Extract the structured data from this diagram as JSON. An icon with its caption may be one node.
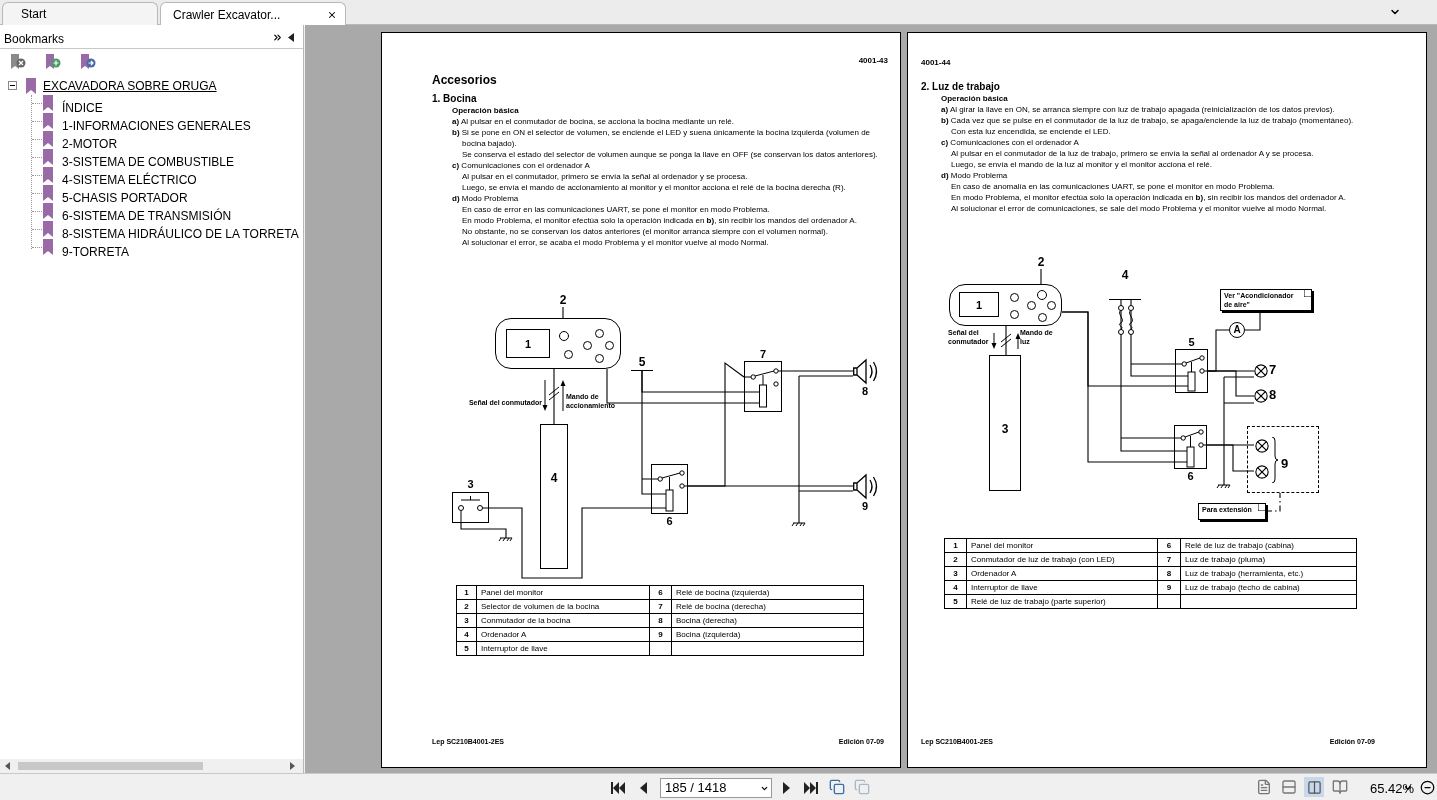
{
  "diagram": {
    "nodes": [
      {
        "text": [
          "2"
        ]
      },
      {
        "text": [],
        "shape": "box"
      },
      {
        "text": [
          "1"
        ],
        "in": 1
      },
      {
        "text": [],
        "shape": "circle",
        "in": 1
      },
      {
        "text": [
          "5"
        ]
      },
      {
        "text": [
          "7"
        ]
      },
      {
        "text": [
          "8"
        ]
      },
      {
        "text": [
          "4"
        ]
      },
      {
        "text": [
          "3"
        ]
      },
      {
        "text": [
          "6"
        ]
      },
      {
        "text": [
          "9"
        ]
      },
      {
        "text": [
          "2"
        ]
      },
      {
        "text": [],
        "shape": "box"
      },
      {
        "text": [
          "1"
        ],
        "in": 12
      },
      {
        "text": [],
        "shape": "circle",
        "in": 12
      },
      {
        "text": [
          "4"
        ]
      },
      {
        "text": [
          "Ver \"Acondicionador de aire\""
        ]
      },
      {
        "text": [
          "5"
        ]
      },
      {
        "text": [
          "A"
        ]
      },
      {
        "text": [],
        "shape": "circle",
        "beside": [
          "7"
        ]
      },
      {
        "text": [],
        "shape": "circle",
        "beside": [
          "8"
        ]
      },
      {
        "text": [
          "3"
        ]
      },
      {
        "text": [
          "6"
        ]
      },
      {
        "text": [
          "9"
        ]
      },
      {
        "text": [],
        "shape": "circle",
        "in": 23
      },
      {
        "text": [],
        "shape": "circle",
        "in": 23
      },
      {
        "text": [
          "Para extensión"
        ]
      }
    ],
    "edges": [
      {
        "from": 0,
        "to": 3,
        "arrow": "none"
      },
      {
        "from": 1,
        "to": 7,
        "arrow": "none"
      },
      {
        "from": 1,
        "to": 5,
        "arrow": "none"
      },
      {
        "from": 4,
        "to": 5,
        "arrow": "none"
      },
      {
        "from": 4,
        "to": 9,
        "arrow": "none"
      },
      {
        "from": 8,
        "to": 9,
        "arrow": "none"
      },
      {
        "from": 9,
        "to": 5,
        "arrow": "none"
      },
      {
        "from": 5,
        "to": 6,
        "arrow": "none"
      },
      {
        "from": 9,
        "to": 10,
        "arrow": "none"
      },
      {
        "from": 11,
        "to": 14,
        "arrow": "none"
      },
      {
        "from": 12,
        "to": 21,
        "arrow": "none"
      },
      {
        "from": 12,
        "to": 17,
        "arrow": "none"
      },
      {
        "from": 12,
        "to": 22,
        "arrow": "none"
      },
      {
        "from": 15,
        "to": 17,
        "arrow": "none"
      },
      {
        "from": 15,
        "to": 22,
        "arrow": "none"
      },
      {
        "from": 17,
        "to": 18,
        "arrow": "none"
      },
      {
        "from": 17,
        "to": 19,
        "arrow": "none"
      },
      {
        "from": 17,
        "to": 20,
        "arrow": "none"
      },
      {
        "from": 22,
        "to": 24,
        "arrow": "none"
      },
      {
        "from": 22,
        "to": 25,
        "arrow": "none"
      },
      {
        "from": 16,
        "to": 18,
        "arrow": "none"
      },
      {
        "from": 26,
        "to": 23,
        "arrow": "none",
        "style": "dashed"
      }
    ],
    "labels": [
      "Start",
      "Crawler Excavator...",
      "Bookmarks",
      "EXCAVADORA SOBRE ORUGA",
      "ÍNDICE",
      "1-INFORMACIONES GENERALES",
      "2-MOTOR",
      "3-SISTEMA DE COMBUSTIBLE",
      "4-SISTEMA ELÉCTRICO",
      "5-CHASIS PORTADOR",
      "6-SISTEMA DE TRANSMISIÓN",
      "8-SISTEMA HIDRÁULICO DE LA TORRETA",
      "9-TORRETA",
      "4001-43",
      "Accesorios",
      "1. Bocina",
      "Operación básica",
      "**a)** Al pulsar en el conmutador de bocina, se acciona la bocina mediante un relé.",
      "**b)** Si se pone en ON el selector de volumen, se enciende el LED y suena únicamente la bocina izquierda (volumen de bocina bajado).",
      "Se conserva el estado del selector de volumen aunque se ponga la llave en OFF (se conservan los datos anteriores).",
      "**c)** Comunicaciones con el ordenador A",
      "Al pulsar en el conmutador, primero se envía la señal al ordenador y se procesa.",
      "Luego, se envía el mando de accionamiento al monitor y el monitor acciona el relé de la bocina derecha (R).",
      "**d)** Modo Problema",
      "En caso de error en las comunicaciones UART, se pone el monitor en modo Problema.",
      "En modo Problema, el monitor efectúa solo la operación indicada en **b)**, sin recibir los mandos del ordenador A.",
      "No obstante, no se conservan los datos anteriores (el monitor arranca siempre con el volumen normal).",
      "Al solucionar el error, se acaba el modo Problema y el monitor vuelve al modo Normal.",
      "Señal del conmutador",
      "Mando de accionamiento",
      "1",
      "Panel del monitor",
      "6",
      "Relé de bocina (izquierda)",
      "2",
      "Selector de volumen de la bocina",
      "7",
      "Relé de bocina (derecha)",
      "3",
      "Conmutador de la bocina",
      "8",
      "Bocina (derecha)",
      "4",
      "Ordenador A",
      "9",
      "Bocina (izquierda)",
      "5",
      "Interruptor de llave",
      "Lep SC210B4001-2ES",
      "Edición 07-09",
      "4001-44",
      "2. Luz de trabajo",
      "Operación básica",
      "**a)** Al girar la llave en ON, se arranca siempre con luz de trabajo apagada (reinicialización de los datos previos).",
      "**b)** Cada vez que se pulse en el conmutador de la luz de trabajo, se apaga/enciende la luz de trabajo (momentáneo).",
      "Con esta luz encendida, se enciende el LED.",
      "**c)** Comunicaciones con el ordenador A",
      "Al pulsar en el conmutador de la luz de trabajo, primero se envía la señal al ordenador A y se procesa.",
      "Luego, se envía el mando de la luz al monitor y el monitor acciona el relé.",
      "**d)** Modo Problema",
      "En caso de anomalía en las comunicaciones UART, se pone el monitor en modo Problema.",
      "En modo Problema, el monitor efectúa solo la operación indicada en **b)**, sin recibir los mandos del ordenador A.",
      "Al solucionar el error de comunicaciones, se sale del modo Problema y el monitor vuelve al modo Normal.",
      "Señal del conmutador",
      "Mando de luz",
      "1",
      "Panel del monitor",
      "6",
      "Relé de luz de trabajo (cabina)",
      "2",
      "Conmutador de luz de trabajo (con LED)",
      "7",
      "Luz de trabajo (pluma)",
      "3",
      "Ordenador A",
      "8",
      "Luz de trabajo (herramienta, etc.)",
      "4",
      "Interruptor de llave",
      "9",
      "Luz de trabajo (techo de cabina)",
      "5",
      "Relé de luz de trabajo (parte superior)",
      "Lep SC210B4001-2ES",
      "Edición 07-09",
      "185 / 1418",
      "65.42%"
    ]
  }
}
